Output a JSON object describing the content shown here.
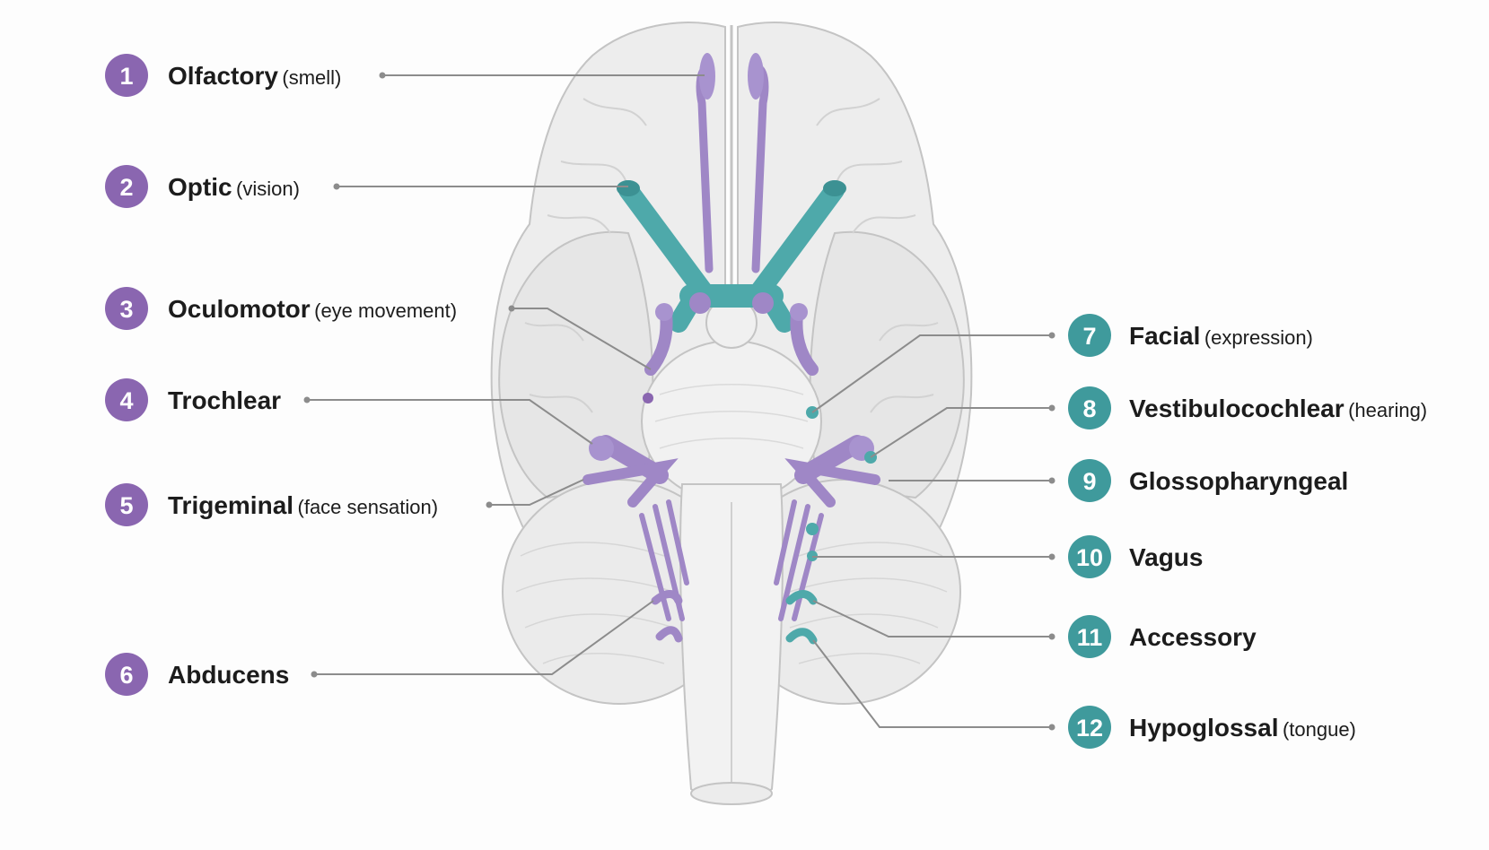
{
  "colors": {
    "purple": "#8a66b0",
    "teal": "#3f9a9c",
    "nerve_purple": "#9f87c6",
    "nerve_teal": "#4ea9aa",
    "brain_fill": "#ededed",
    "brain_stroke": "#c4c4c4",
    "leader": "#8c8c8c"
  },
  "nerves": [
    {
      "number": "1",
      "name": "Olfactory",
      "note": "(smell)",
      "side": "left",
      "color": "purple"
    },
    {
      "number": "2",
      "name": "Optic",
      "note": "(vision)",
      "side": "left",
      "color": "purple"
    },
    {
      "number": "3",
      "name": "Oculomotor",
      "note": "(eye movement)",
      "side": "left",
      "color": "purple"
    },
    {
      "number": "4",
      "name": "Trochlear",
      "note": "",
      "side": "left",
      "color": "purple"
    },
    {
      "number": "5",
      "name": "Trigeminal",
      "note": "(face sensation)",
      "side": "left",
      "color": "purple"
    },
    {
      "number": "6",
      "name": "Abducens",
      "note": "",
      "side": "left",
      "color": "purple"
    },
    {
      "number": "7",
      "name": "Facial",
      "note": "(expression)",
      "side": "right",
      "color": "teal"
    },
    {
      "number": "8",
      "name": "Vestibulocochlear",
      "note": "(hearing)",
      "side": "right",
      "color": "teal"
    },
    {
      "number": "9",
      "name": "Glossopharyngeal",
      "note": "",
      "side": "right",
      "color": "teal"
    },
    {
      "number": "10",
      "name": "Vagus",
      "note": "",
      "side": "right",
      "color": "teal"
    },
    {
      "number": "11",
      "name": "Accessory",
      "note": "",
      "side": "right",
      "color": "teal"
    },
    {
      "number": "12",
      "name": "Hypoglossal",
      "note": "(tongue)",
      "side": "right",
      "color": "teal"
    }
  ]
}
